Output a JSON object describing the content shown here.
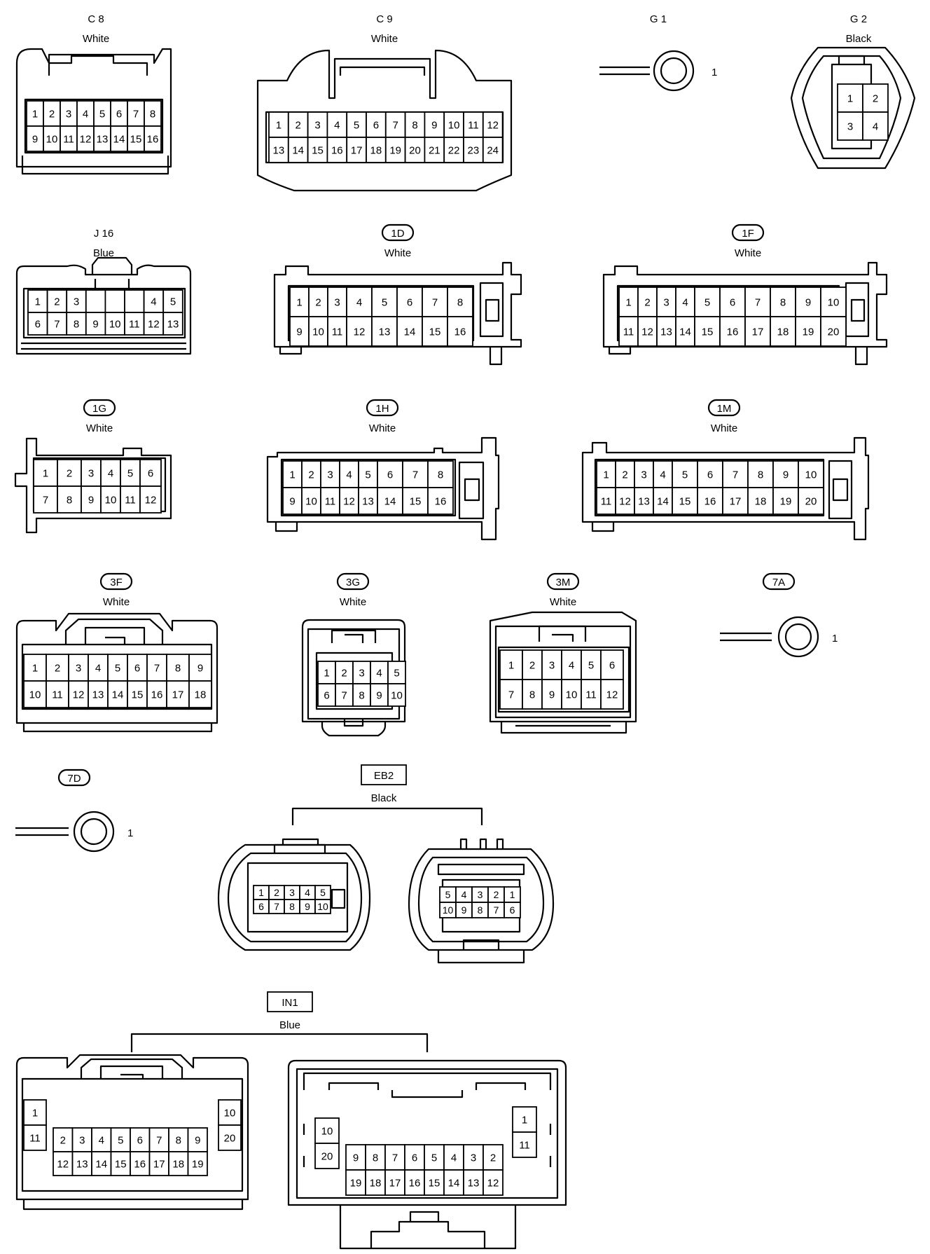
{
  "connectors": [
    {
      "id": "c8",
      "code": "C 8",
      "color": "White",
      "code_style": "plain",
      "rows": [
        [
          "1",
          "2",
          "3",
          "4",
          "5",
          "6",
          "7",
          "8"
        ],
        [
          "9",
          "10",
          "11",
          "12",
          "13",
          "14",
          "15",
          "16"
        ]
      ]
    },
    {
      "id": "c9",
      "code": "C 9",
      "color": "White",
      "code_style": "plain",
      "rows": [
        [
          "1",
          "2",
          "3",
          "4",
          "5",
          "6",
          "7",
          "8",
          "9",
          "10",
          "11",
          "12"
        ],
        [
          "13",
          "14",
          "15",
          "16",
          "17",
          "18",
          "19",
          "20",
          "21",
          "22",
          "23",
          "24"
        ]
      ]
    },
    {
      "id": "g1",
      "code": "G 1",
      "color": "",
      "code_style": "plain",
      "pin": "1"
    },
    {
      "id": "g2",
      "code": "G 2",
      "color": "Black",
      "code_style": "plain",
      "rows": [
        [
          "1",
          "2"
        ],
        [
          "3",
          "4"
        ]
      ]
    },
    {
      "id": "j16",
      "code": "J 16",
      "color": "Blue",
      "code_style": "plain",
      "rows": [
        [
          "1",
          "2",
          "3",
          "",
          "",
          "",
          "4",
          "5"
        ],
        [
          "6",
          "7",
          "8",
          "9",
          "10",
          "11",
          "12",
          "13"
        ]
      ]
    },
    {
      "id": "1d",
      "code": "1D",
      "color": "White",
      "code_style": "oval",
      "rows": [
        [
          "1",
          "2",
          "3",
          "4",
          "5",
          "6",
          "7",
          "8"
        ],
        [
          "9",
          "10",
          "11",
          "12",
          "13",
          "14",
          "15",
          "16"
        ]
      ]
    },
    {
      "id": "1f",
      "code": "1F",
      "color": "White",
      "code_style": "oval",
      "rows": [
        [
          "1",
          "2",
          "3",
          "4",
          "5",
          "6",
          "7",
          "8",
          "9",
          "10"
        ],
        [
          "11",
          "12",
          "13",
          "14",
          "15",
          "16",
          "17",
          "18",
          "19",
          "20"
        ]
      ]
    },
    {
      "id": "1g",
      "code": "1G",
      "color": "White",
      "code_style": "oval",
      "rows": [
        [
          "1",
          "2",
          "3",
          "4",
          "5",
          "6"
        ],
        [
          "7",
          "8",
          "9",
          "10",
          "11",
          "12"
        ]
      ]
    },
    {
      "id": "1h",
      "code": "1H",
      "color": "White",
      "code_style": "oval",
      "rows": [
        [
          "1",
          "2",
          "3",
          "4",
          "5",
          "6",
          "7",
          "8"
        ],
        [
          "9",
          "10",
          "11",
          "12",
          "13",
          "14",
          "15",
          "16"
        ]
      ]
    },
    {
      "id": "1m",
      "code": "1M",
      "color": "White",
      "code_style": "oval",
      "rows": [
        [
          "1",
          "2",
          "3",
          "4",
          "5",
          "6",
          "7",
          "8",
          "9",
          "10"
        ],
        [
          "11",
          "12",
          "13",
          "14",
          "15",
          "16",
          "17",
          "18",
          "19",
          "20"
        ]
      ]
    },
    {
      "id": "3f",
      "code": "3F",
      "color": "White",
      "code_style": "oval",
      "rows": [
        [
          "1",
          "2",
          "3",
          "4",
          "5",
          "6",
          "7",
          "8",
          "9"
        ],
        [
          "10",
          "11",
          "12",
          "13",
          "14",
          "15",
          "16",
          "17",
          "18"
        ]
      ]
    },
    {
      "id": "3g",
      "code": "3G",
      "color": "White",
      "code_style": "oval",
      "rows": [
        [
          "1",
          "2",
          "3",
          "4",
          "5"
        ],
        [
          "6",
          "7",
          "8",
          "9",
          "10"
        ]
      ]
    },
    {
      "id": "3m",
      "code": "3M",
      "color": "White",
      "code_style": "oval",
      "rows": [
        [
          "1",
          "2",
          "3",
          "4",
          "5",
          "6"
        ],
        [
          "7",
          "8",
          "9",
          "10",
          "11",
          "12"
        ]
      ]
    },
    {
      "id": "7a",
      "code": "7A",
      "color": "",
      "code_style": "oval",
      "pin": "1"
    },
    {
      "id": "7d",
      "code": "7D",
      "color": "",
      "code_style": "oval",
      "pin": "1"
    },
    {
      "id": "eb2",
      "code": "EB2",
      "color": "Black",
      "code_style": "box",
      "left_rows": [
        [
          "1",
          "2",
          "3",
          "4",
          "5"
        ],
        [
          "6",
          "7",
          "8",
          "9",
          "10"
        ]
      ],
      "right_rows": [
        [
          "5",
          "4",
          "3",
          "2",
          "1"
        ],
        [
          "10",
          "9",
          "8",
          "7",
          "6"
        ]
      ]
    },
    {
      "id": "in1",
      "code": "IN1",
      "color": "Blue",
      "code_style": "box",
      "left": {
        "side_left": [
          "1",
          "11"
        ],
        "rows": [
          [
            "2",
            "3",
            "4",
            "5",
            "6",
            "7",
            "8",
            "9"
          ],
          [
            "12",
            "13",
            "14",
            "15",
            "16",
            "17",
            "18",
            "19"
          ]
        ],
        "side_right": [
          "10",
          "20"
        ]
      },
      "right": {
        "side_left": [
          "10",
          "20"
        ],
        "rows": [
          [
            "9",
            "8",
            "7",
            "6",
            "5",
            "4",
            "3",
            "2"
          ],
          [
            "19",
            "18",
            "17",
            "16",
            "15",
            "14",
            "13",
            "12"
          ]
        ],
        "side_right": [
          "1",
          "11"
        ]
      }
    }
  ]
}
